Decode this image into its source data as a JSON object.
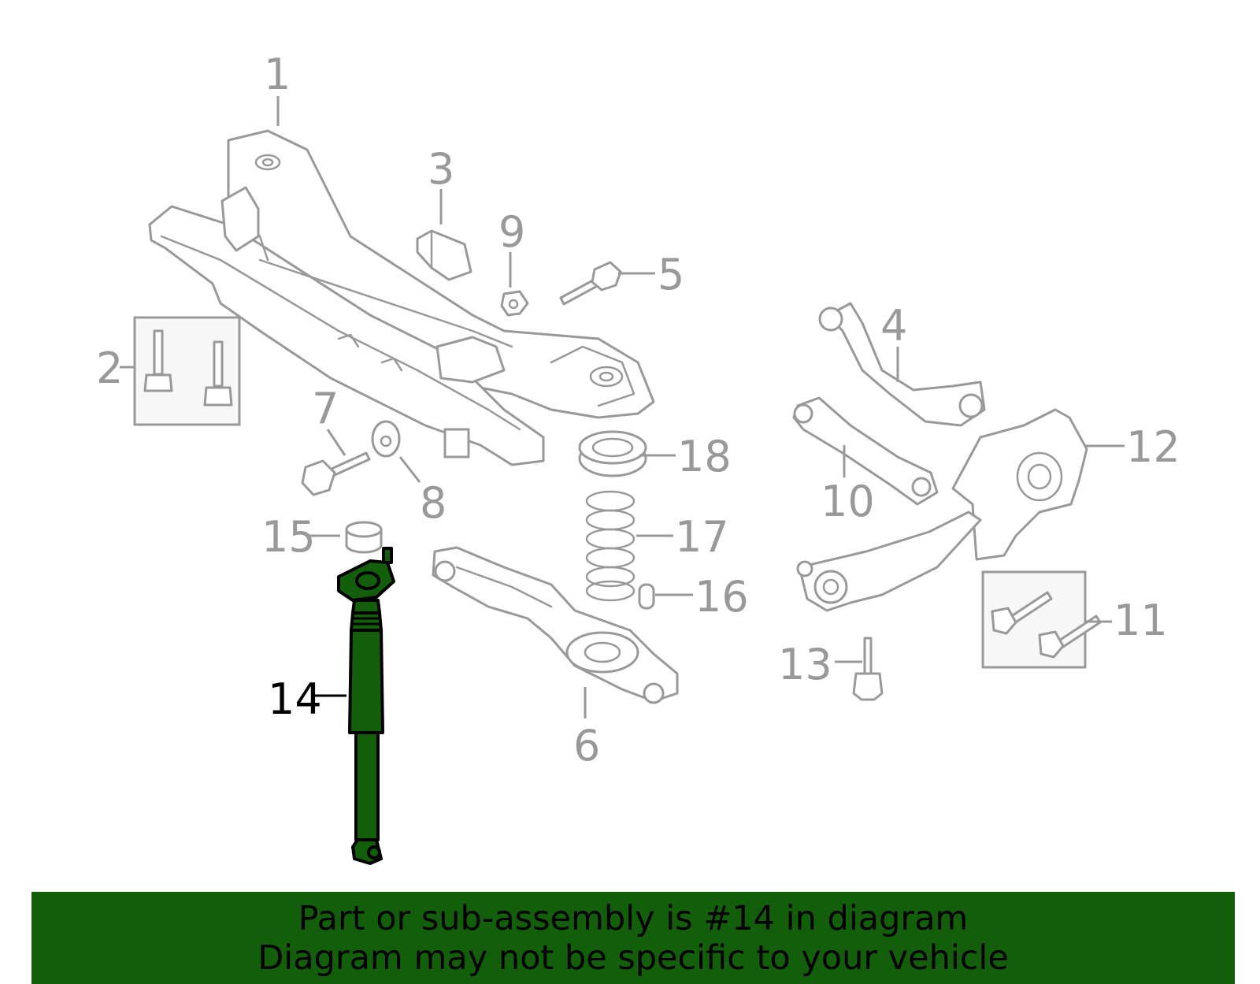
{
  "diagram": {
    "highlight_color": "#135e0a",
    "line_color": "#999999",
    "callouts": [
      {
        "id": "1",
        "label": "1"
      },
      {
        "id": "2",
        "label": "2"
      },
      {
        "id": "3",
        "label": "3"
      },
      {
        "id": "4",
        "label": "4"
      },
      {
        "id": "5",
        "label": "5"
      },
      {
        "id": "6",
        "label": "6"
      },
      {
        "id": "7",
        "label": "7"
      },
      {
        "id": "8",
        "label": "8"
      },
      {
        "id": "9",
        "label": "9"
      },
      {
        "id": "10",
        "label": "10"
      },
      {
        "id": "11",
        "label": "11"
      },
      {
        "id": "12",
        "label": "12"
      },
      {
        "id": "13",
        "label": "13"
      },
      {
        "id": "14",
        "label": "14",
        "highlighted": true
      },
      {
        "id": "15",
        "label": "15"
      },
      {
        "id": "16",
        "label": "16"
      },
      {
        "id": "17",
        "label": "17"
      },
      {
        "id": "18",
        "label": "18"
      }
    ]
  },
  "banner": {
    "line1": "Part or sub-assembly is #14 in diagram",
    "line2": "Diagram may not be specific to your vehicle"
  }
}
